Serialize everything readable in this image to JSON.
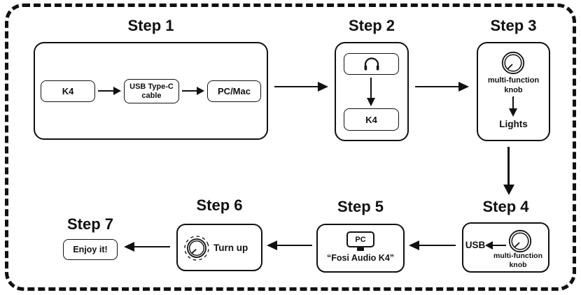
{
  "colors": {
    "ink": "#111111",
    "background": "#ffffff"
  },
  "steps": [
    {
      "title": "Step 1",
      "source": "K4",
      "cable": "USB Type-C cable",
      "target": "PC/Mac"
    },
    {
      "title": "Step 2",
      "device": "K4"
    },
    {
      "title": "Step 3",
      "knob_label": "multi-function knob",
      "result": "Lights"
    },
    {
      "title": "Step 4",
      "usb": "USB",
      "knob_label": "multi-function knob"
    },
    {
      "title": "Step 5",
      "pc": "PC",
      "device_name": "“Fosi Audio K4”"
    },
    {
      "title": "Step 6",
      "action": "Turn up"
    },
    {
      "title": "Step 7",
      "message": "Enjoy it!"
    }
  ],
  "icons": {
    "headphones": "headphones-icon",
    "knob": "multi-function-knob-icon",
    "knob_turn": "knob-turn-icon",
    "monitor": "pc-monitor-icon"
  }
}
